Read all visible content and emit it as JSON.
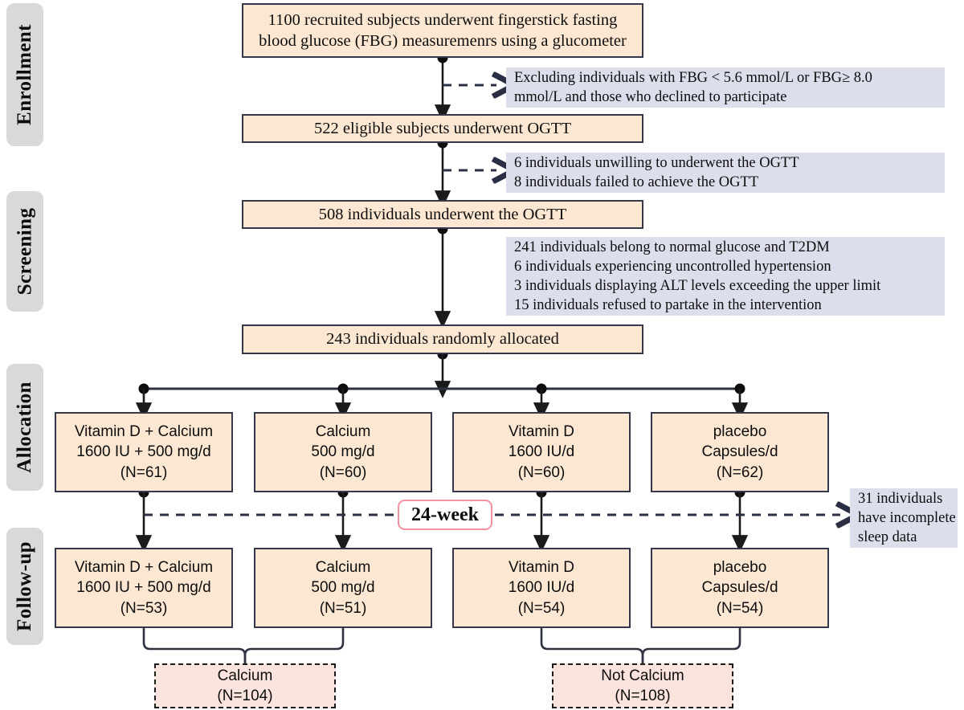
{
  "stages": [
    {
      "id": "enrollment",
      "label": "Enrollment"
    },
    {
      "id": "screening",
      "label": "Screening"
    },
    {
      "id": "allocation",
      "label": "Allocation"
    },
    {
      "id": "followup",
      "label": "Follow-up"
    }
  ],
  "flow_boxes": [
    {
      "id": "recruited",
      "lines": [
        "1100 recruited subjects underwent fingerstick fasting",
        "blood glucose (FBG) measuremenrs using a glucometer"
      ]
    },
    {
      "id": "eligible",
      "lines": [
        "522 eligible subjects underwent OGTT"
      ]
    },
    {
      "id": "underwent-ogtt",
      "lines": [
        "508 individuals underwent the OGTT"
      ]
    },
    {
      "id": "randomized",
      "lines": [
        "243 individuals randomly allocated"
      ]
    }
  ],
  "exclusion_notes": [
    {
      "id": "exclusion-fbg",
      "lines": [
        "Excluding individuals with FBG < 5.6 mmol/L or FBG≥ 8.0",
        "mmol/L and those who declined to participate"
      ]
    },
    {
      "id": "exclusion-ogtt",
      "lines": [
        "6 individuals unwilling to underwent the OGTT",
        "8 individuals failed to achieve the OGTT"
      ]
    },
    {
      "id": "exclusion-eligibility",
      "lines": [
        "241 individuals belong to normal glucose and T2DM",
        "6 individuals experiencing uncontrolled hypertension",
        "3 individuals displaying ALT levels exceeding the upper limit",
        "15 individuals refused to partake in the intervention"
      ]
    },
    {
      "id": "incomplete-sleep",
      "lines": [
        "31 individuals",
        "have incomplete",
        "sleep data"
      ]
    }
  ],
  "allocation_arms": [
    {
      "id": "arm-vitd-calcium",
      "lines": [
        "Vitamin D + Calcium",
        "1600 IU + 500 mg/d",
        "(N=61)"
      ]
    },
    {
      "id": "arm-calcium",
      "lines": [
        "Calcium",
        "500 mg/d",
        "(N=60)"
      ]
    },
    {
      "id": "arm-vitd",
      "lines": [
        "Vitamin D",
        "1600 IU/d",
        "(N=60)"
      ]
    },
    {
      "id": "arm-placebo",
      "lines": [
        "placebo",
        "Capsules/d",
        "(N=62)"
      ]
    }
  ],
  "followup_arms": [
    {
      "id": "fu-vitd-calcium",
      "lines": [
        "Vitamin D + Calcium",
        "1600 IU + 500 mg/d",
        "(N=53)"
      ]
    },
    {
      "id": "fu-calcium",
      "lines": [
        "Calcium",
        "500 mg/d",
        "(N=51)"
      ]
    },
    {
      "id": "fu-vitd",
      "lines": [
        "Vitamin D",
        "1600 IU/d",
        "(N=54)"
      ]
    },
    {
      "id": "fu-placebo",
      "lines": [
        "placebo",
        "Capsules/d",
        "(N=54)"
      ]
    }
  ],
  "duration_label": "24-week",
  "summary_boxes": [
    {
      "id": "summary-calcium",
      "lines": [
        "Calcium",
        "(N=104)"
      ]
    },
    {
      "id": "summary-not-calcium",
      "lines": [
        "Not Calcium",
        "(N=108)"
      ]
    }
  ],
  "colors": {
    "box_fill": "#fce8d2",
    "box_border": "#35384a",
    "note_fill": "#dcdeec",
    "stage_fill": "#d9d9d9",
    "summary_fill": "#fbe3de",
    "pill_border": "#f4919f",
    "line": "#1b1b1b"
  }
}
